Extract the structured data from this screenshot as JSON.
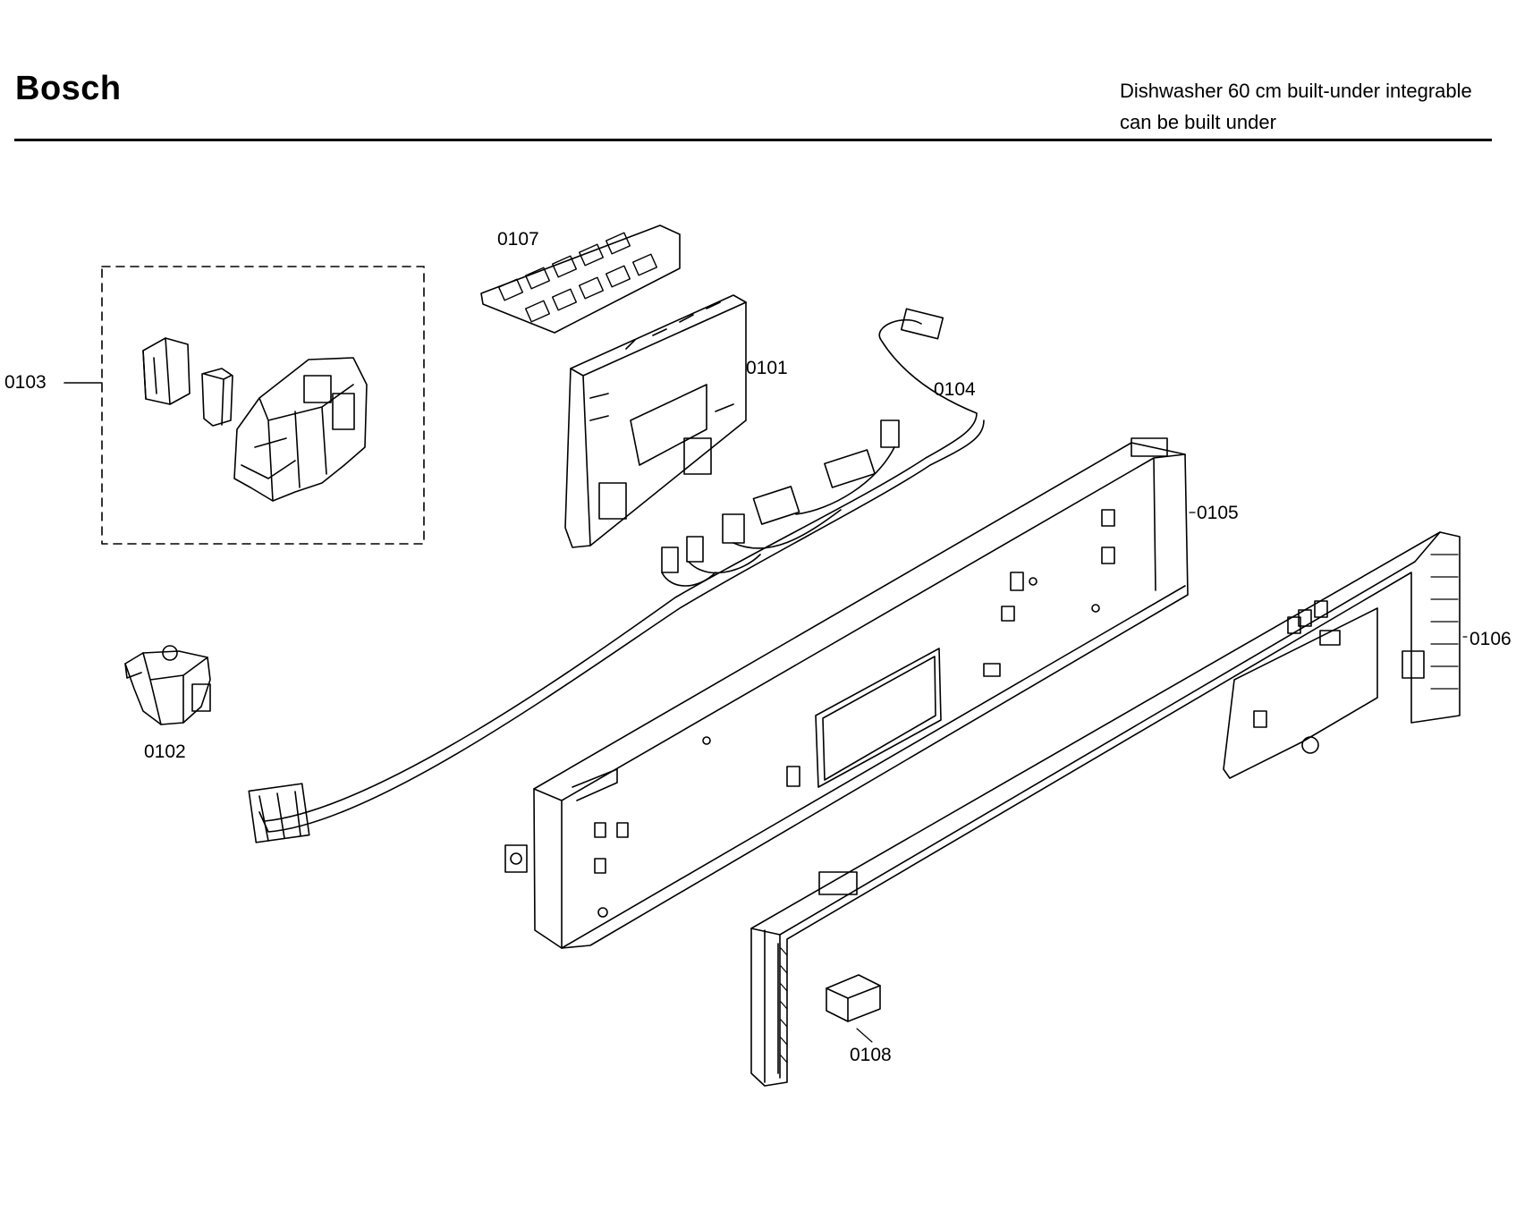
{
  "header": {
    "brand": "Bosch",
    "description_line1": "Dishwasher 60 cm built-under integrable",
    "description_line2": "can be built under"
  },
  "parts": {
    "p0101": "0101",
    "p0102": "0102",
    "p0103": "0103",
    "p0104": "0104",
    "p0105": "0105",
    "p0106": "0106",
    "p0107": "0107",
    "p0108": "0108"
  }
}
